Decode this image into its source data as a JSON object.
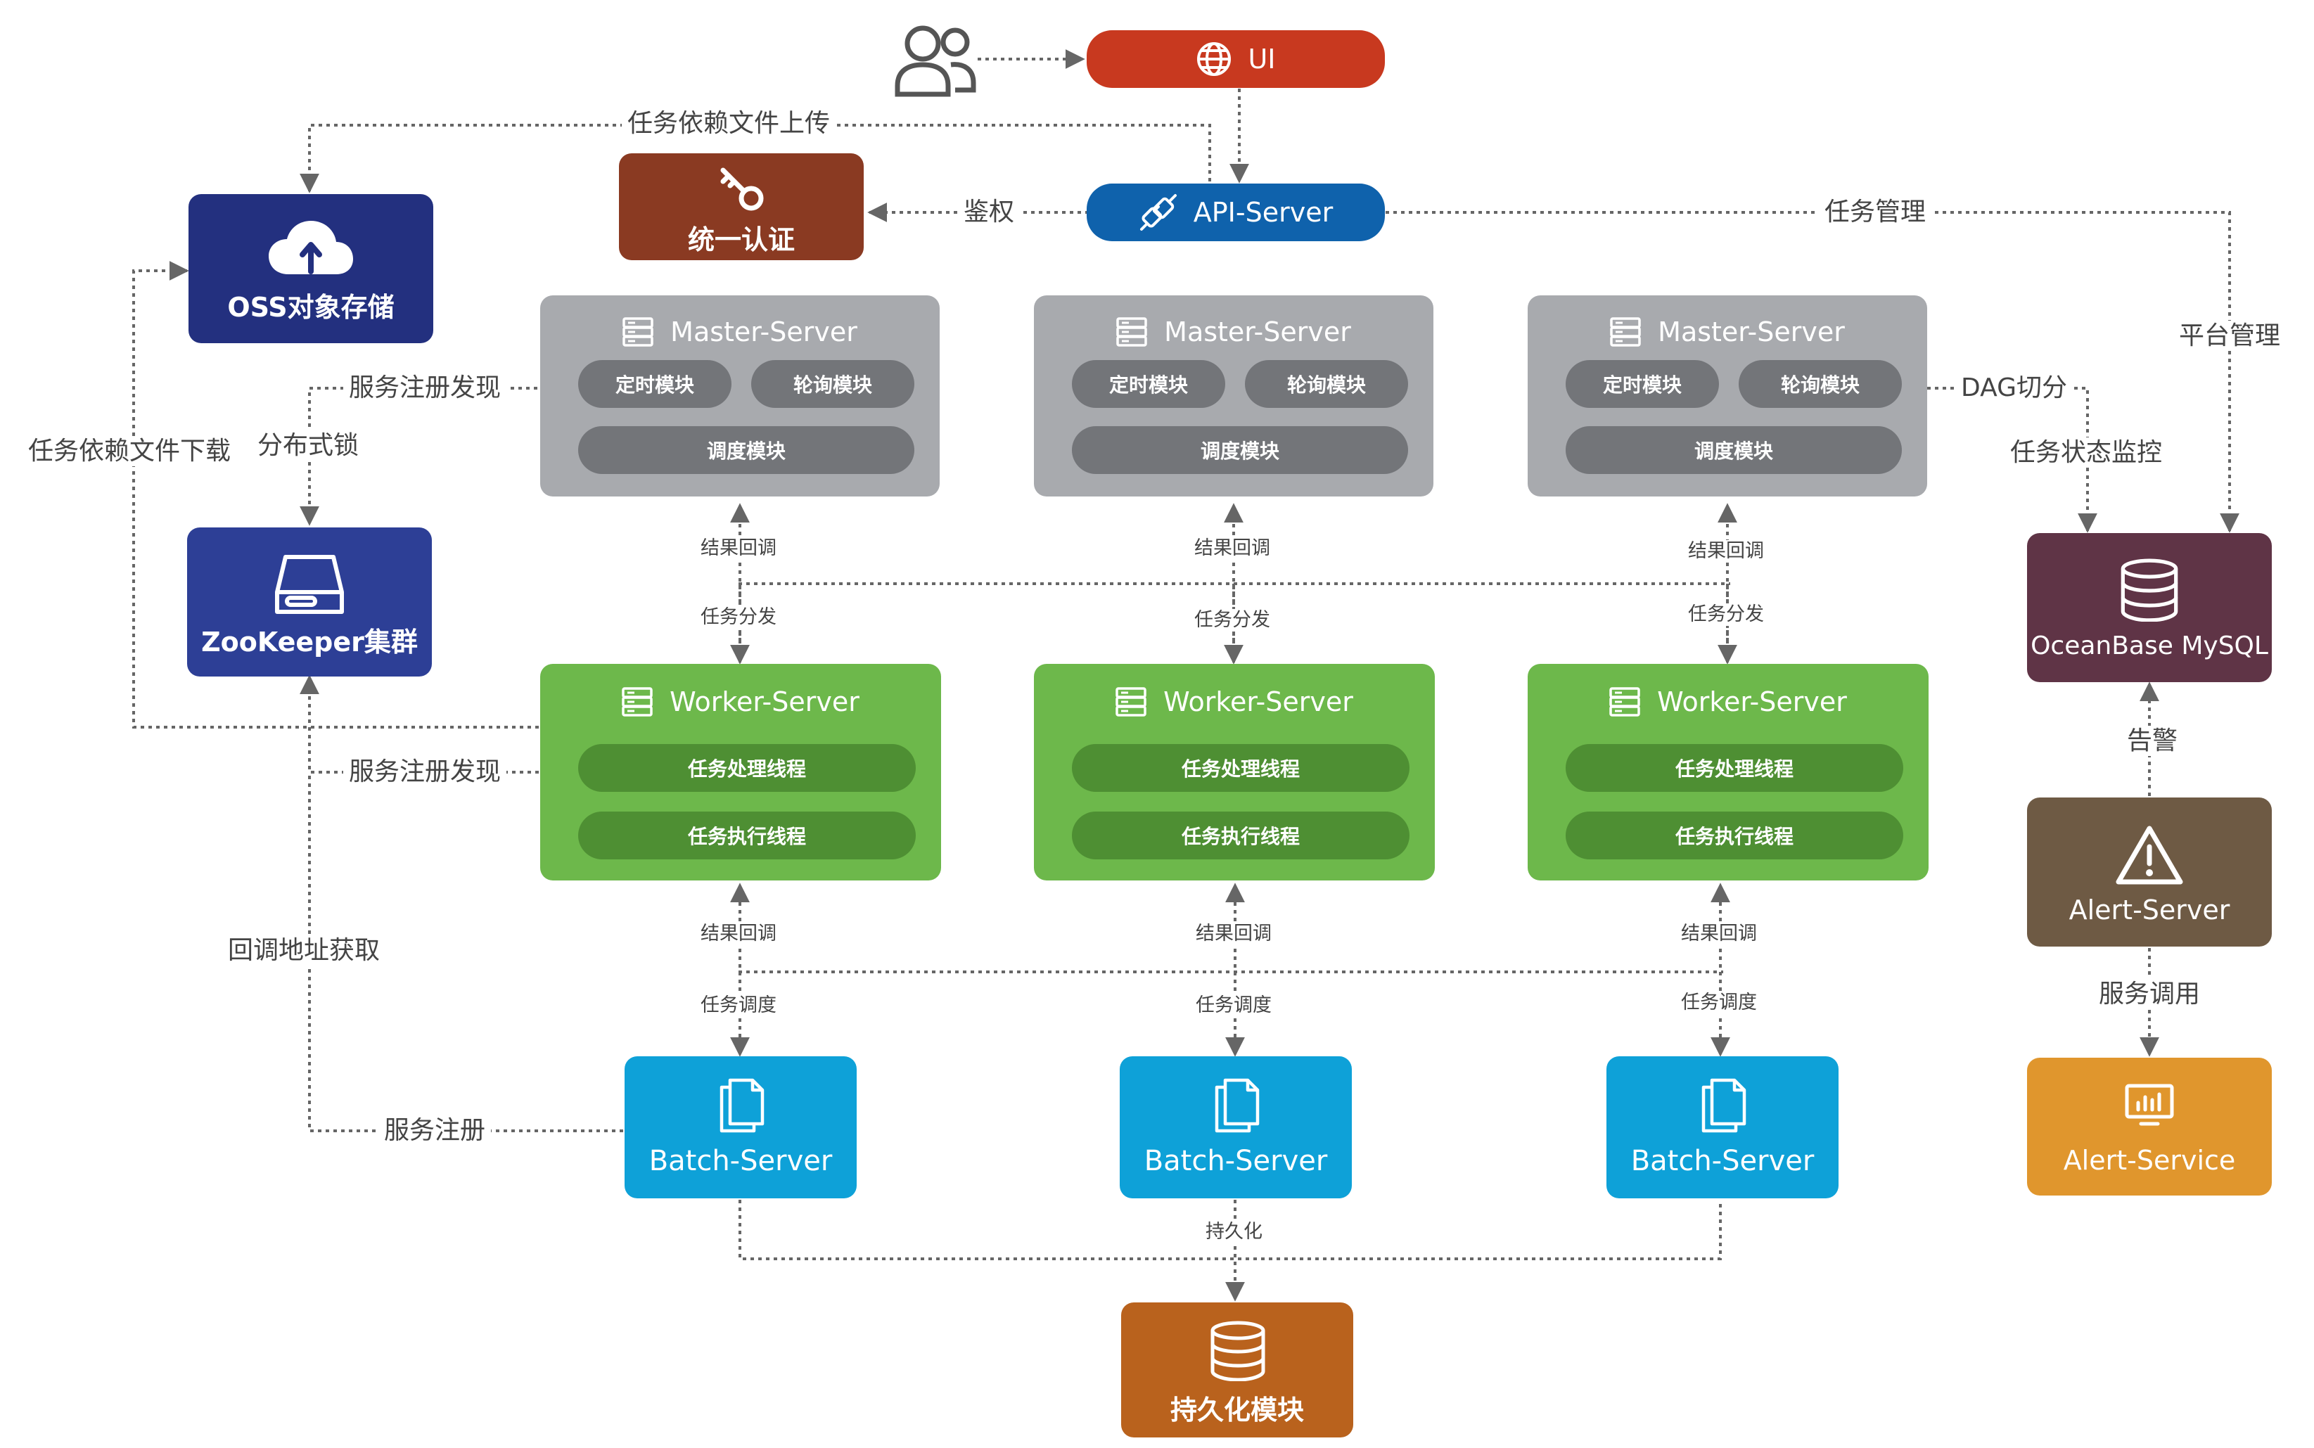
{
  "top": {
    "ui_label": "UI",
    "api_label": "API-Server"
  },
  "auth": {
    "label": "统一认证"
  },
  "oss": {
    "label": "OSS对象存储"
  },
  "zookeeper": {
    "label": "ZooKeeper集群"
  },
  "masters": [
    {
      "title": "Master-Server",
      "mod1": "定时模块",
      "mod2": "轮询模块",
      "mod3": "调度模块"
    },
    {
      "title": "Master-Server",
      "mod1": "定时模块",
      "mod2": "轮询模块",
      "mod3": "调度模块"
    },
    {
      "title": "Master-Server",
      "mod1": "定时模块",
      "mod2": "轮询模块",
      "mod3": "调度模块"
    }
  ],
  "workers": [
    {
      "title": "Worker-Server",
      "mod1": "任务处理线程",
      "mod2": "任务执行线程"
    },
    {
      "title": "Worker-Server",
      "mod1": "任务处理线程",
      "mod2": "任务执行线程"
    },
    {
      "title": "Worker-Server",
      "mod1": "任务处理线程",
      "mod2": "任务执行线程"
    }
  ],
  "batches": [
    {
      "title": "Batch-Server"
    },
    {
      "title": "Batch-Server"
    },
    {
      "title": "Batch-Server"
    }
  ],
  "persist": {
    "label": "持久化模块"
  },
  "db": {
    "label": "OceanBase MySQL"
  },
  "alert_server": {
    "label": "Alert-Server"
  },
  "alert_service": {
    "label": "Alert-Service"
  },
  "edge_labels": {
    "upload": "任务依赖文件上传",
    "auth": "鉴权",
    "task_mgmt": "任务管理",
    "platform_mgmt": "平台管理",
    "dag": "DAG切分",
    "status_monitor": "任务状态监控",
    "alarm": "告警",
    "service_call": "服务调用",
    "reg_discover_1": "服务注册发现",
    "dist_lock": "分布式锁",
    "download": "任务依赖文件下载",
    "reg_discover_2": "服务注册发现",
    "callback_addr": "回调地址获取",
    "register": "服务注册",
    "result_cb": "结果回调",
    "dispatch": "任务分发",
    "schedule": "任务调度",
    "persist": "持久化"
  },
  "colors": {
    "ui": "#c8391f",
    "api": "#0f62ac",
    "auth": "#8a3a22",
    "oss": "#23307f",
    "zk": "#2d3f96",
    "master": "#a8aaae",
    "master_mod": "#737579",
    "worker": "#6db84b",
    "worker_mod": "#4e8f33",
    "batch": "#0ea1d8",
    "persist": "#b9621d",
    "db": "#5f3446",
    "alert_server": "#6e5a44",
    "alert_service": "#e0962d",
    "wire": "#666666"
  }
}
